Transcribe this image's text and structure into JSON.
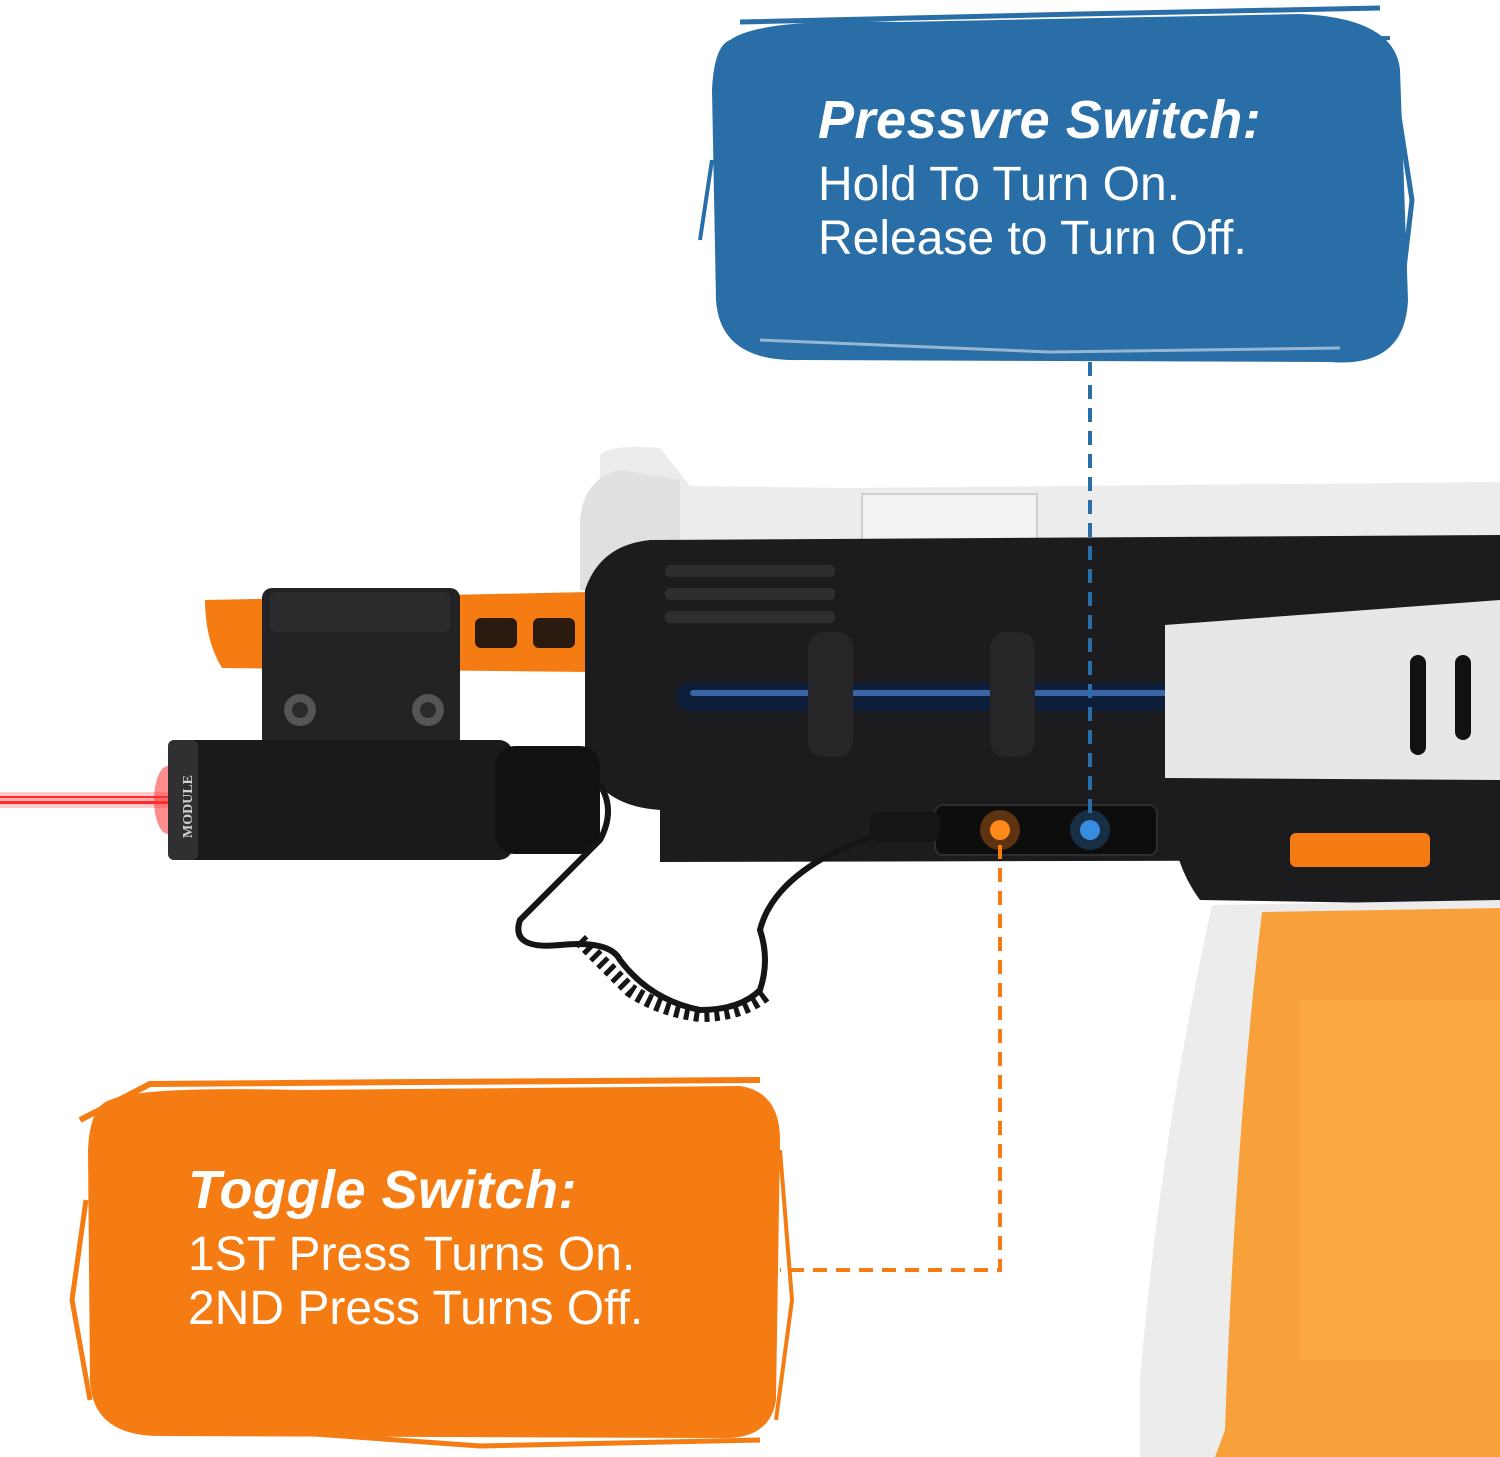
{
  "colors": {
    "pressure_blue": "#2a6ea8",
    "toggle_orange": "#f57c12",
    "laser_red": "#ff2a2a",
    "blaster_black": "#1c1c1e",
    "blaster_white": "#ececec",
    "magazine_orange": "#f99a2a"
  },
  "pressure_callout": {
    "title": "Pressvre Switch:",
    "line1": "Hold To Turn On.",
    "line2": "Release to Turn Off."
  },
  "toggle_callout": {
    "title": "Toggle Switch:",
    "line1": "1ST Press Turns On.",
    "line2": "2ND Press Turns Off."
  },
  "laser_module": {
    "label": "MODULE"
  }
}
